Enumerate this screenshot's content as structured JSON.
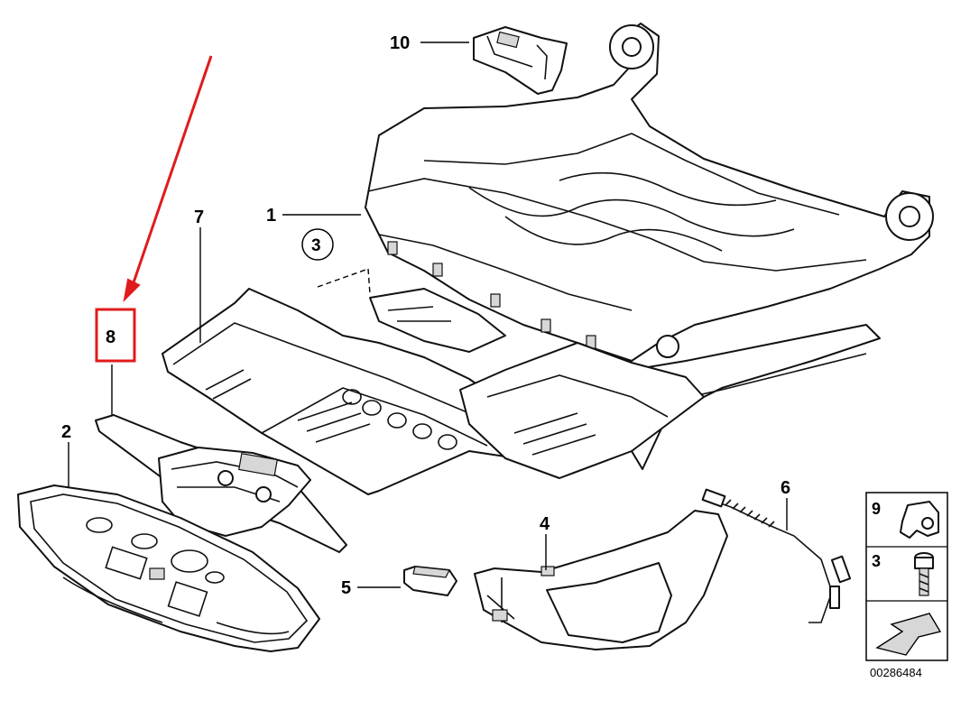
{
  "diagram": {
    "callouts": {
      "c1": "1",
      "c2": "2",
      "c3": "3",
      "c4": "4",
      "c5": "5",
      "c6": "6",
      "c7": "7",
      "c8": "8",
      "c10": "10"
    },
    "legend": {
      "item9": "9",
      "item3": "3"
    },
    "catalog_number": "00286484",
    "colors": {
      "highlight": "#e01b1b",
      "line": "#111111",
      "shade": "#d7d7d7"
    }
  }
}
